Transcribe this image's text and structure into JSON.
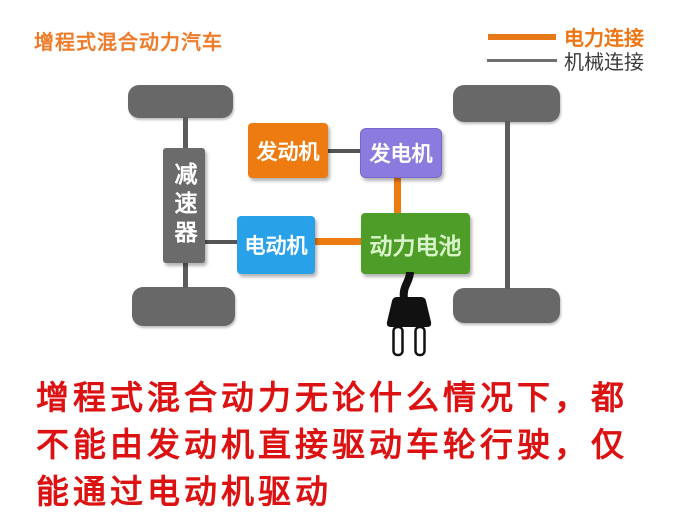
{
  "title": "增程式混合动力汽车",
  "legend": {
    "electric": {
      "label": "电力连接",
      "line_color": "#e8791a",
      "text_color": "#ee7512"
    },
    "mechanical": {
      "label": "机械连接",
      "line_color": "#6f6f6f",
      "text_color": "#3c3c3c"
    }
  },
  "components": {
    "reducer": {
      "label": "减速器",
      "color": "#6b6b6b"
    },
    "engine": {
      "label": "发动机",
      "color": "#ee7b10"
    },
    "generator": {
      "label": "发电机",
      "color": "#8b7bdf"
    },
    "motor": {
      "label": "电动机",
      "color": "#29a1e9"
    },
    "battery": {
      "label": "动力电池",
      "color": "#4d9d28"
    }
  },
  "connections": {
    "electric_color": "#ee7b10",
    "mechanical_color": "#555555",
    "links": [
      {
        "from": "engine",
        "to": "generator",
        "type": "mechanical"
      },
      {
        "from": "reducer",
        "to": "motor",
        "type": "mechanical"
      },
      {
        "from": "generator",
        "to": "battery",
        "type": "electric"
      },
      {
        "from": "motor",
        "to": "battery",
        "type": "electric"
      },
      {
        "from": "battery",
        "to": "charging-plug",
        "type": "cord"
      }
    ]
  },
  "caption": {
    "color": "#dc1212",
    "lines": [
      "增程式混合动力无论什么情况下，都",
      "不能由发动机直接驱动车轮行驶，仅",
      "能通过电动机驱动"
    ]
  }
}
